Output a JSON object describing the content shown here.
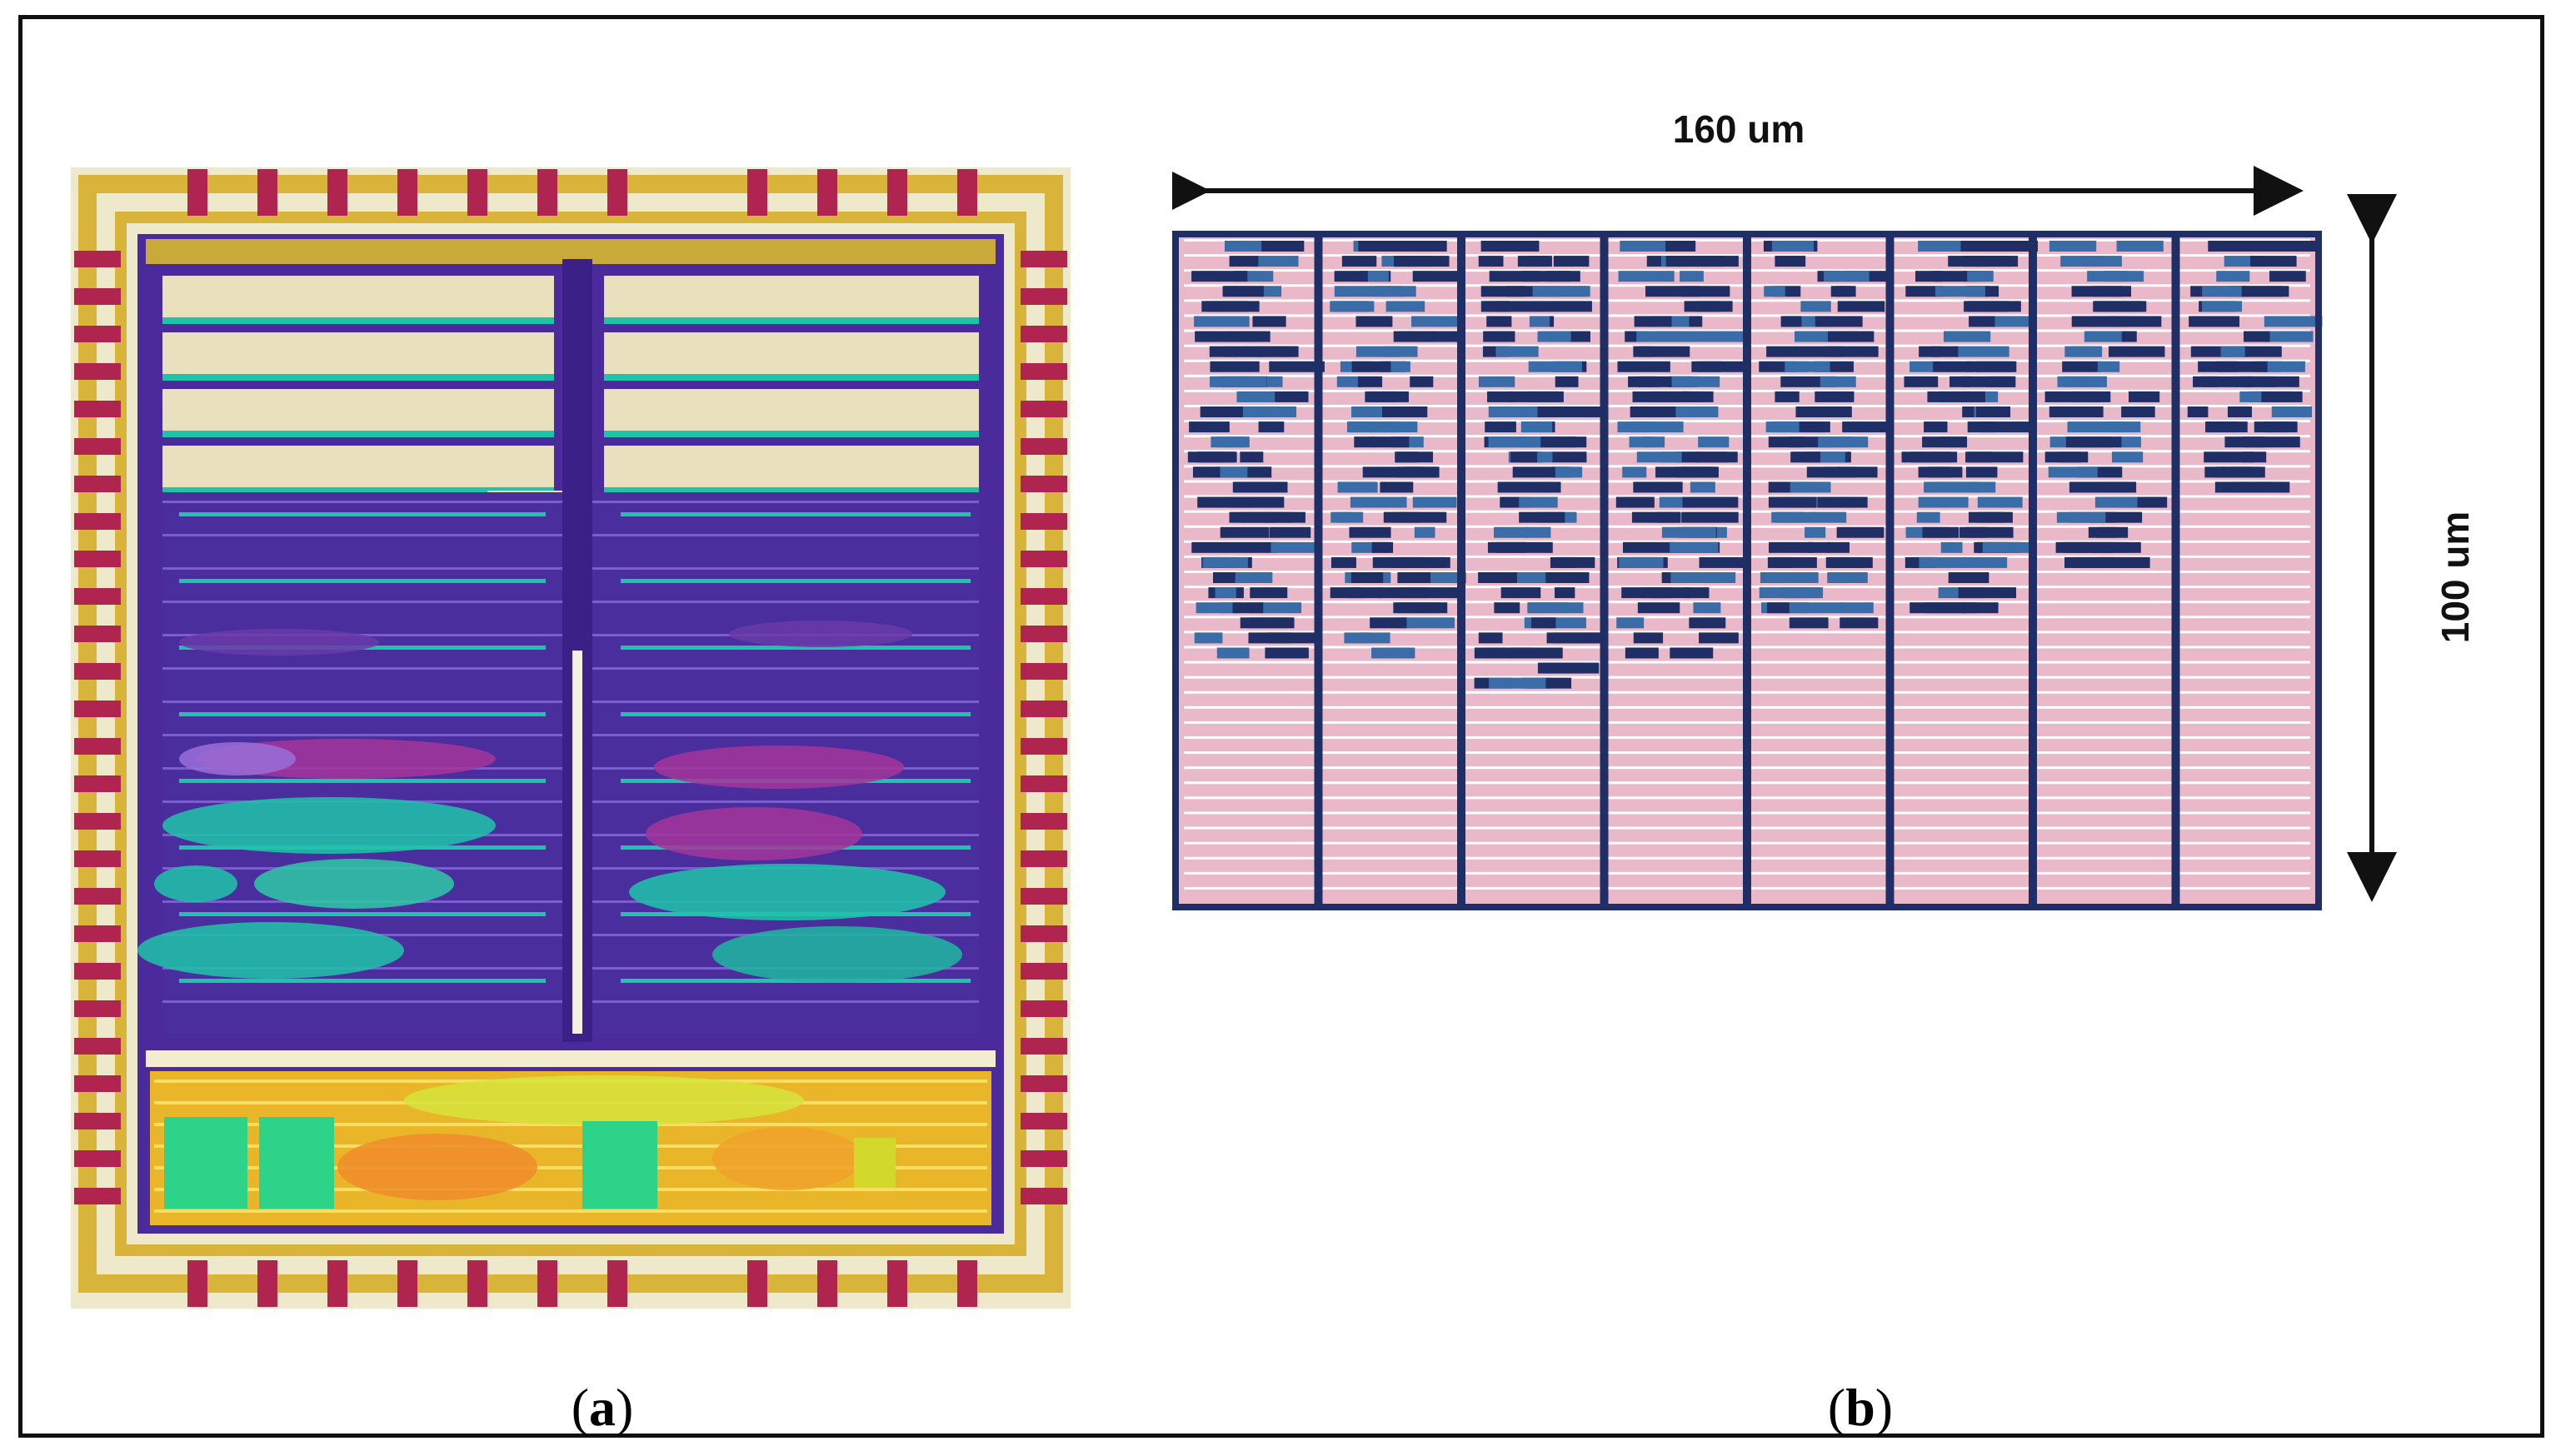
{
  "figure": {
    "panel_a": {
      "caption_open": "(",
      "caption_letter": "a",
      "caption_close": ")",
      "image_description_icon": "chip-die-layout"
    },
    "panel_b": {
      "caption_open": "(",
      "caption_letter": "b",
      "caption_close": ")",
      "width_label": "160 um",
      "height_label": "100 um",
      "image_description_icon": "cell-array-layout"
    }
  },
  "colors": {
    "frame": "#111111",
    "pad": "#b0254f",
    "ring": "#d9b43a",
    "core_purple": "#4b2a9c",
    "core_cream": "#e9e1bd",
    "teal": "#1fc3a9",
    "magenta": "#a3359a",
    "green_block": "#2ed38a",
    "yellow_logic": "#f2c329",
    "array_pink": "#e9b9c9",
    "array_blue": "#1f2f66"
  }
}
